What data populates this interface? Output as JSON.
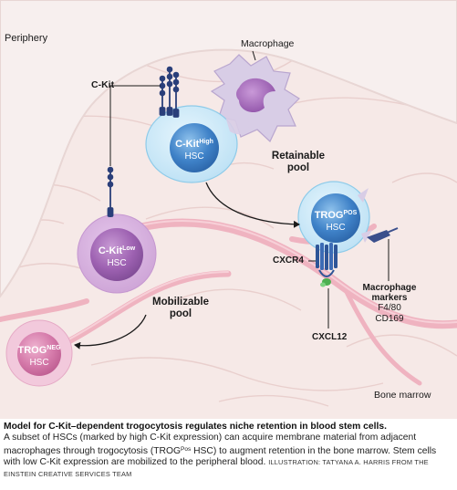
{
  "regions": {
    "periphery": "Periphery",
    "bone_marrow": "Bone marrow"
  },
  "labels": {
    "c_kit": "C-Kit",
    "macrophage": "Macrophage",
    "retainable_pool_line1": "Retainable",
    "retainable_pool_line2": "pool",
    "mobilizable_pool_line1": "Mobilizable",
    "mobilizable_pool_line2": "pool",
    "cxcr4": "CXCR4",
    "cxcl12": "CXCL12",
    "macrophage_markers_line1": "Macrophage",
    "macrophage_markers_line2": "markers",
    "marker_1": "F4/80",
    "marker_2": "CD169"
  },
  "cells": {
    "ckit_high": {
      "name": "C-Kit",
      "superscript": "High",
      "type": "HSC"
    },
    "trog_pos": {
      "name": "TROG",
      "superscript": "POS",
      "type": "HSC"
    },
    "ckit_low": {
      "name": "C-Kit",
      "superscript": "Low",
      "type": "HSC"
    },
    "trog_neg": {
      "name": "TROG",
      "superscript": "NEG",
      "type": "HSC"
    }
  },
  "caption": {
    "title": "Model for C-Kit–dependent trogocytosis regulates niche retention in blood stem cells.",
    "body_part1": "A subset of HSCs (marked by high C-Kit expression) can acquire membrane material from adjacent macrophages through trogocytosis (TROG",
    "body_sup": "Pos",
    "body_part2": " HSC) to augment retention in the bone marrow. Stem cells with low C-Kit expression are mobilized to the peripheral blood.",
    "credit": "ILLUSTRATION: TATYANA A. HARRIS FROM THE EINSTEIN CREATIVE SERVICES TEAM"
  },
  "colors": {
    "background": "#f6e9e7",
    "vessel": "#efb3c0",
    "hsc_blue": "#3a7bc4",
    "hsc_halo": "#c8e7f7",
    "hsc_purple": "#a56bb7",
    "trog_neg_pink": "#d47aa9",
    "macrophage_lilac": "#d8cde6",
    "receptor_navy": "#2a3f7a"
  }
}
